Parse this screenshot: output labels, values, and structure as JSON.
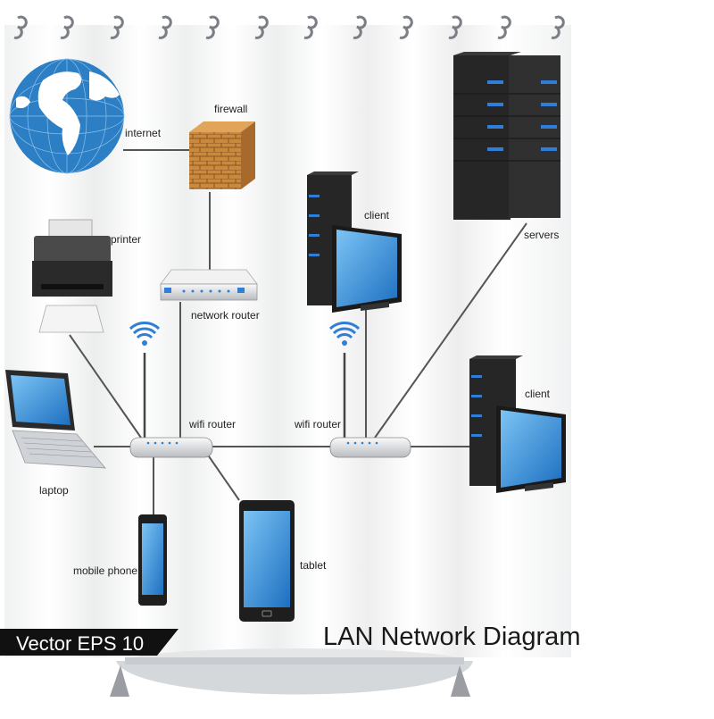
{
  "title": "LAN Network Diagram",
  "banner": "Vector EPS 10",
  "labels": {
    "internet": "internet",
    "firewall": "firewall",
    "printer": "printer",
    "network_router": "network router",
    "client_top": "client",
    "servers": "servers",
    "wifi_router_left": "wifi router",
    "wifi_router_right": "wifi router",
    "client_right": "client",
    "laptop": "laptop",
    "mobile_phone": "mobile phone",
    "tablet": "tablet"
  },
  "colors": {
    "screen_blue": "#2f8fdc",
    "globe_ocean": "#2c7fc4",
    "server_body": "#2b2b2b",
    "firewall_brick": "#c8843a",
    "cable": "#555555",
    "curtain_bg": "#f4f5f6"
  }
}
